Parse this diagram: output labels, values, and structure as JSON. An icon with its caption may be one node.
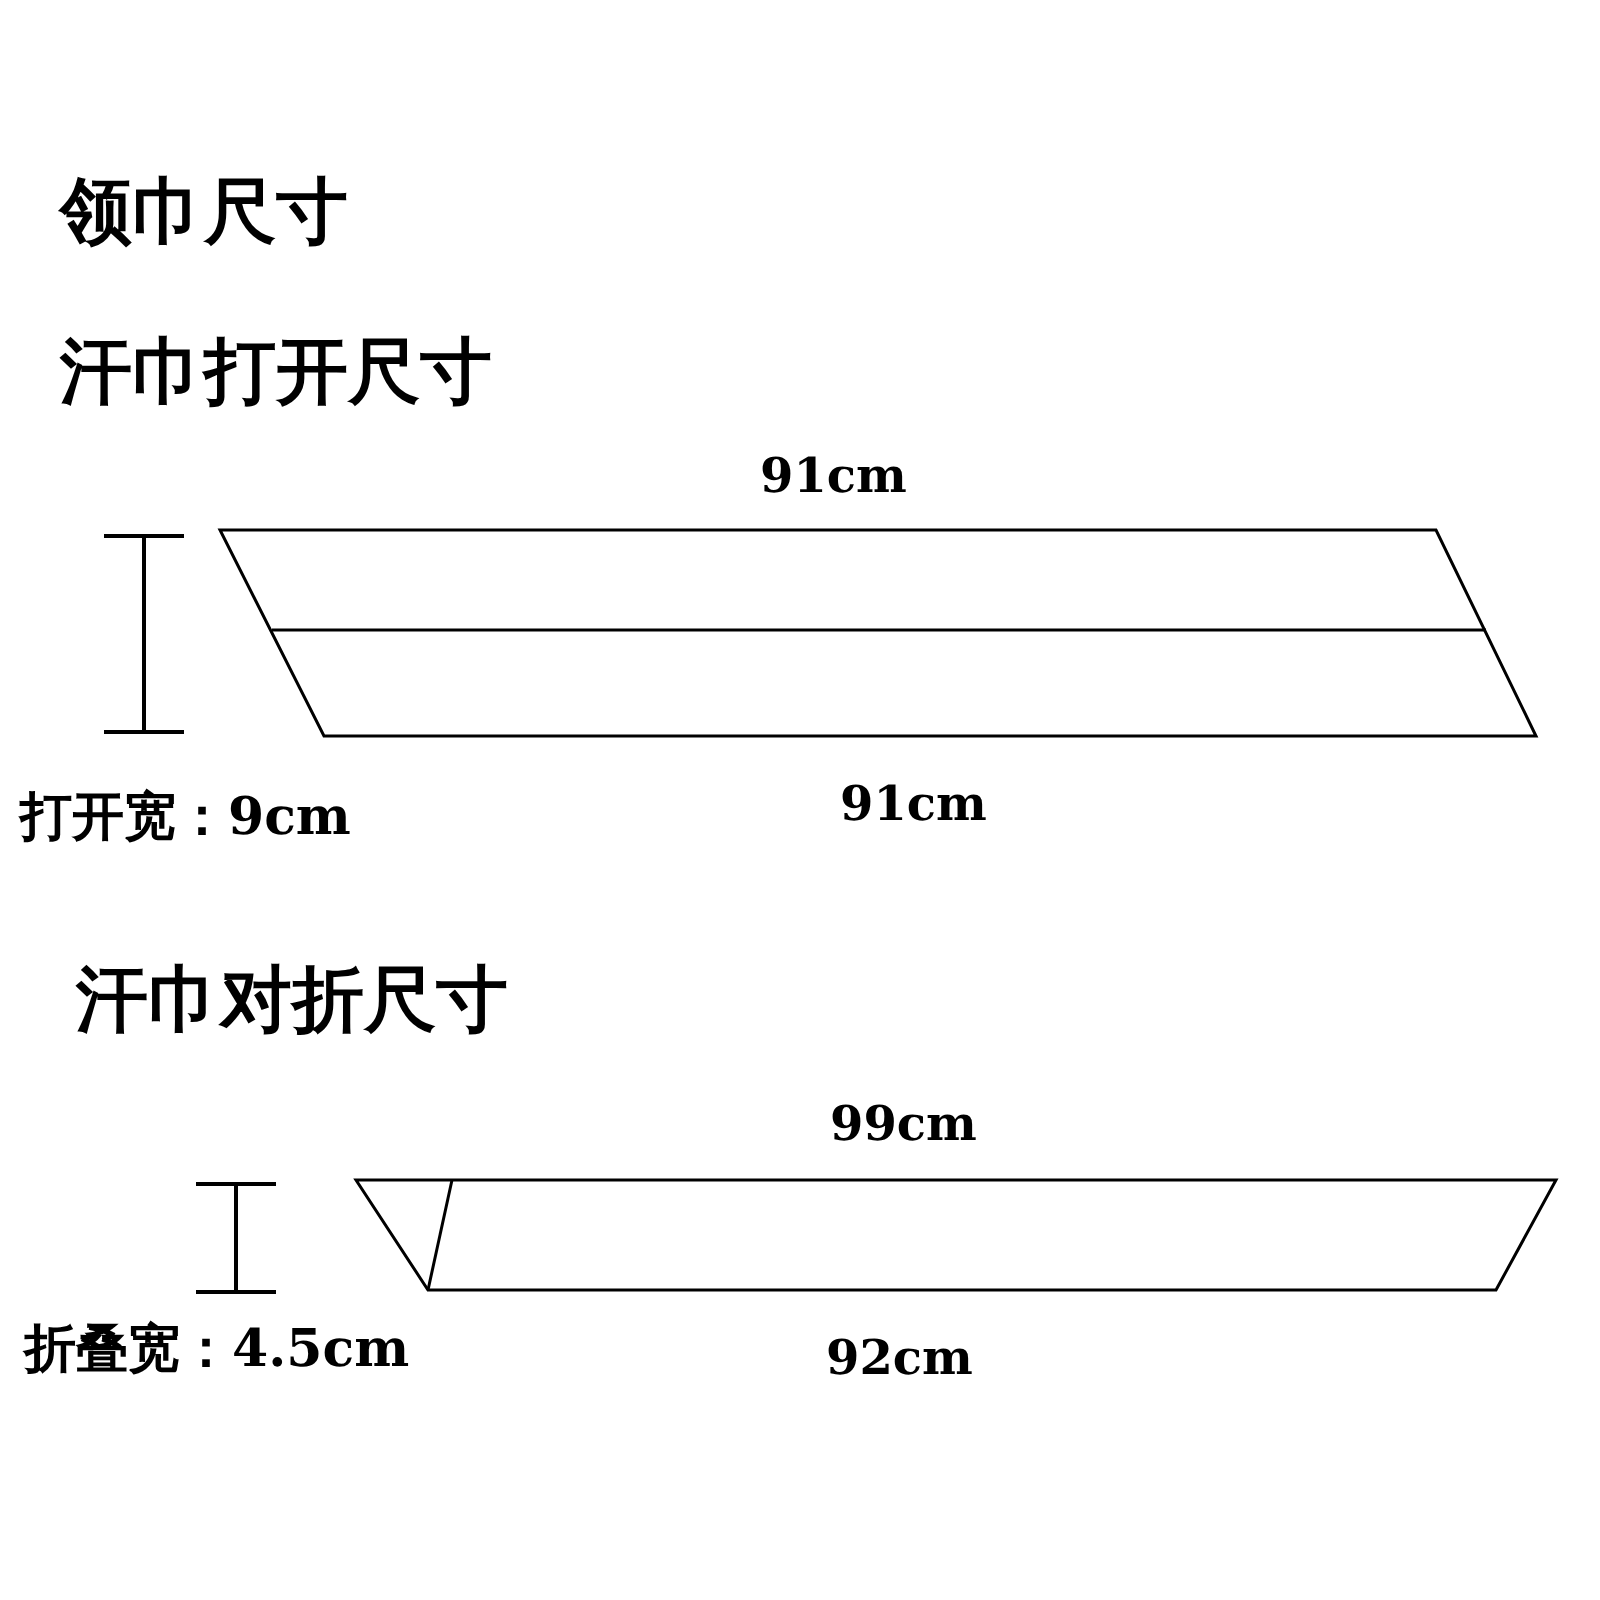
{
  "diagram": {
    "title": "领巾尺寸",
    "labels": [
      "汗巾打开尺寸",
      "91cm",
      "91cm",
      "打开宽：9cm",
      "汗巾对折尺寸",
      "99cm",
      "92cm",
      "折叠宽：4.5cm"
    ]
  }
}
